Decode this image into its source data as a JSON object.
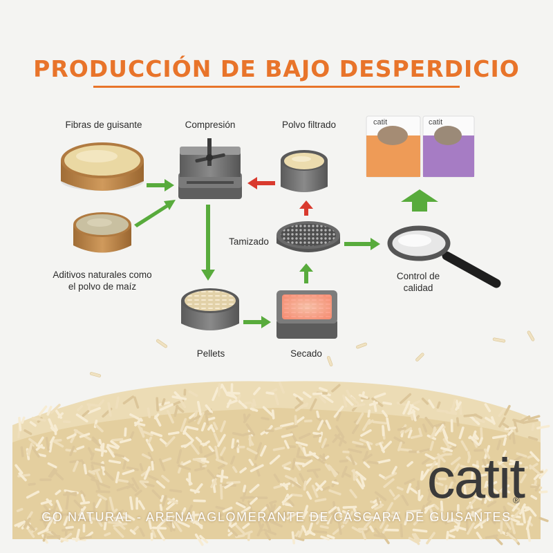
{
  "title": "PRODUCCIÓN DE BAJO DESPERDICIO",
  "steps": {
    "fibras": "Fibras de guisante",
    "compresion": "Compresión",
    "polvo": "Polvo filtrado",
    "aditivos_1": "Aditivos naturales como",
    "aditivos_2": "el polvo de maíz",
    "tamizado": "Tamizado",
    "control_1": "Control de",
    "control_2": "calidad",
    "pellets": "Pellets",
    "secado": "Secado"
  },
  "brand": {
    "logo_text": "catit",
    "registered": "®",
    "pack_logo": "catit"
  },
  "tagline": "GO NATURAL - ARENA AGLOMERANTE DE CÁSCARA DE GUISANTES",
  "colors": {
    "title": "#e8742a",
    "arrow_green": "#58ab3c",
    "arrow_red": "#d93a2e",
    "pellet": "#f1dfb9",
    "machine": "#6d6d6d",
    "bowl_wood": "#b8844a",
    "heat": "#ff8d7c"
  }
}
